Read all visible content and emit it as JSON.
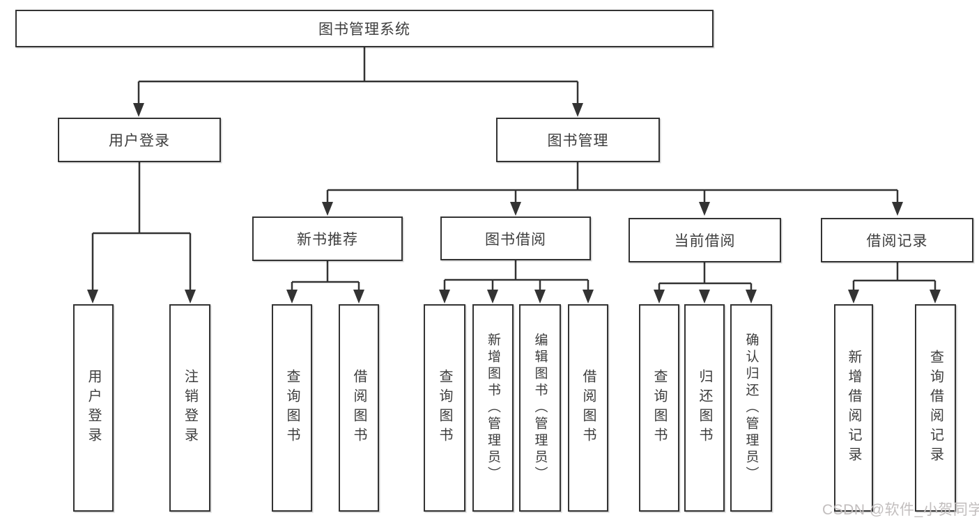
{
  "nodes": {
    "root": "图书管理系统",
    "user_login": "用户登录",
    "book_mgmt": "图书管理",
    "new_book_rec": "新书推荐",
    "book_borrow": "图书借阅",
    "current_borrow": "当前借阅",
    "borrow_records": "借阅记录",
    "ul_login": "用户登录",
    "ul_logout": "注销登录",
    "nb_query": "查询图书",
    "nb_borrow": "借阅图书",
    "bb_query": "查询图书",
    "bb_add": "新增图书（管理员）",
    "bb_edit": "编辑图书（管理员）",
    "bb_borrow": "借阅图书",
    "cb_query": "查询图书",
    "cb_return": "归还图书",
    "cb_confirm": "确认归还（管理员）",
    "br_add": "新增借阅记录",
    "br_query": "查询借阅记录"
  },
  "watermark": "CSDN @软件_小贺同学",
  "colors": {
    "line": "#333333",
    "text": "#3d3d3d",
    "watermark": "#c2bebe",
    "background": "#ffffff"
  }
}
